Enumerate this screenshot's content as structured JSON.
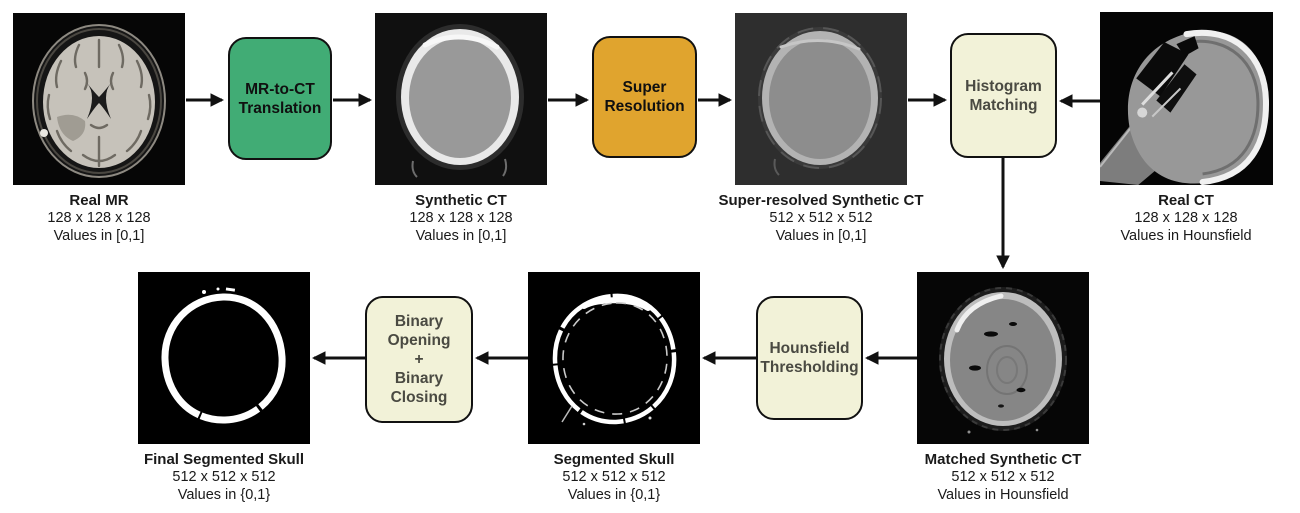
{
  "figure": {
    "description": "Skull segmentation pipeline from MR to CT"
  },
  "colors": {
    "translation_box": "#41AC75",
    "super_resolution_box": "#E0A42E",
    "utility_box": "#F2F2D8",
    "arrow": "#111111"
  },
  "images": [
    {
      "title": "Real MR",
      "dims": "128 x 128 x 128",
      "range": "Values in [0,1]"
    },
    {
      "title": "Synthetic CT",
      "dims": "128 x 128 x 128",
      "range": "Values in [0,1]"
    },
    {
      "title": "Super-resolved Synthetic CT",
      "dims": "512 x 512 x 512",
      "range": "Values in [0,1]"
    },
    {
      "title": "Real CT",
      "dims": "128 x 128 x 128",
      "range": "Values in Hounsfield"
    },
    {
      "title": "Matched Synthetic CT",
      "dims": "512 x 512 x 512",
      "range": "Values in Hounsfield"
    },
    {
      "title": "Segmented Skull",
      "dims": "512 x 512 x 512",
      "range": "Values in {0,1}"
    },
    {
      "title": "Final Segmented Skull",
      "dims": "512 x 512 x 512",
      "range": "Values in {0,1}"
    }
  ],
  "processes": [
    {
      "label": "MR-to-CT\nTranslation"
    },
    {
      "label": "Super\nResolution"
    },
    {
      "label": "Histogram\nMatching"
    },
    {
      "label": "Hounsfield\nThresholding"
    },
    {
      "label": "Binary\nOpening\n+\nBinary\nClosing"
    }
  ]
}
